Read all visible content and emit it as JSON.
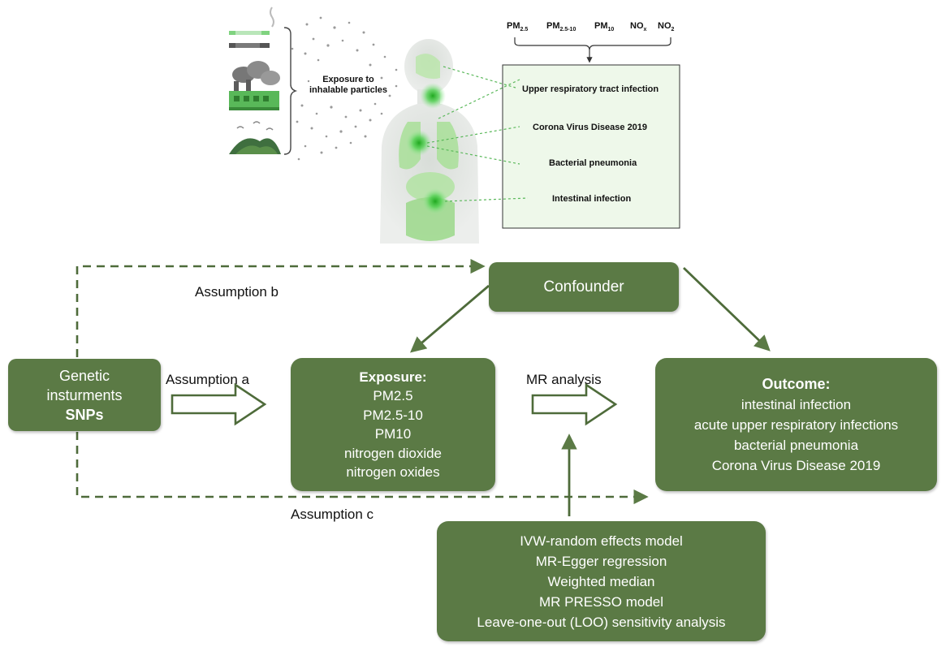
{
  "illustration": {
    "exposure_label_line1": "Exposure to",
    "exposure_label_line2": "inhalable particles",
    "pollutants": [
      {
        "base": "PM",
        "sub": "2.5"
      },
      {
        "base": "PM",
        "sub": "2.5-10"
      },
      {
        "base": "PM",
        "sub": "10"
      },
      {
        "base": "NO",
        "sub": "x"
      },
      {
        "base": "NO",
        "sub": "2"
      }
    ],
    "diseases": [
      "Upper respiratory tract infection",
      "Corona Virus Disease 2019",
      "Bacterial pneumonia",
      "Intestinal infection"
    ]
  },
  "flow": {
    "confounder": "Confounder",
    "genetic": {
      "line1": "Genetic",
      "line2": "insturments",
      "line3": "SNPs"
    },
    "exposure": {
      "title": "Exposure:",
      "items": [
        "PM2.5",
        "PM2.5-10",
        "PM10",
        "nitrogen dioxide",
        "nitrogen oxides"
      ]
    },
    "outcome": {
      "title": "Outcome:",
      "items": [
        "intestinal infection",
        "acute upper respiratory infections",
        "bacterial pneumonia",
        "Corona Virus Disease 2019"
      ]
    },
    "methods": [
      "IVW-random effects model",
      "MR-Egger regression",
      "Weighted median",
      "MR PRESSO model",
      "Leave-one-out (LOO) sensitivity analysis"
    ],
    "assumption_a": "Assumption a",
    "assumption_b": "Assumption b",
    "assumption_c": "Assumption c",
    "mr_analysis": "MR analysis"
  },
  "colors": {
    "box_green": "#5b7a45",
    "glow_green": "#3cc43c",
    "panel_fill": "#eef8ea"
  }
}
